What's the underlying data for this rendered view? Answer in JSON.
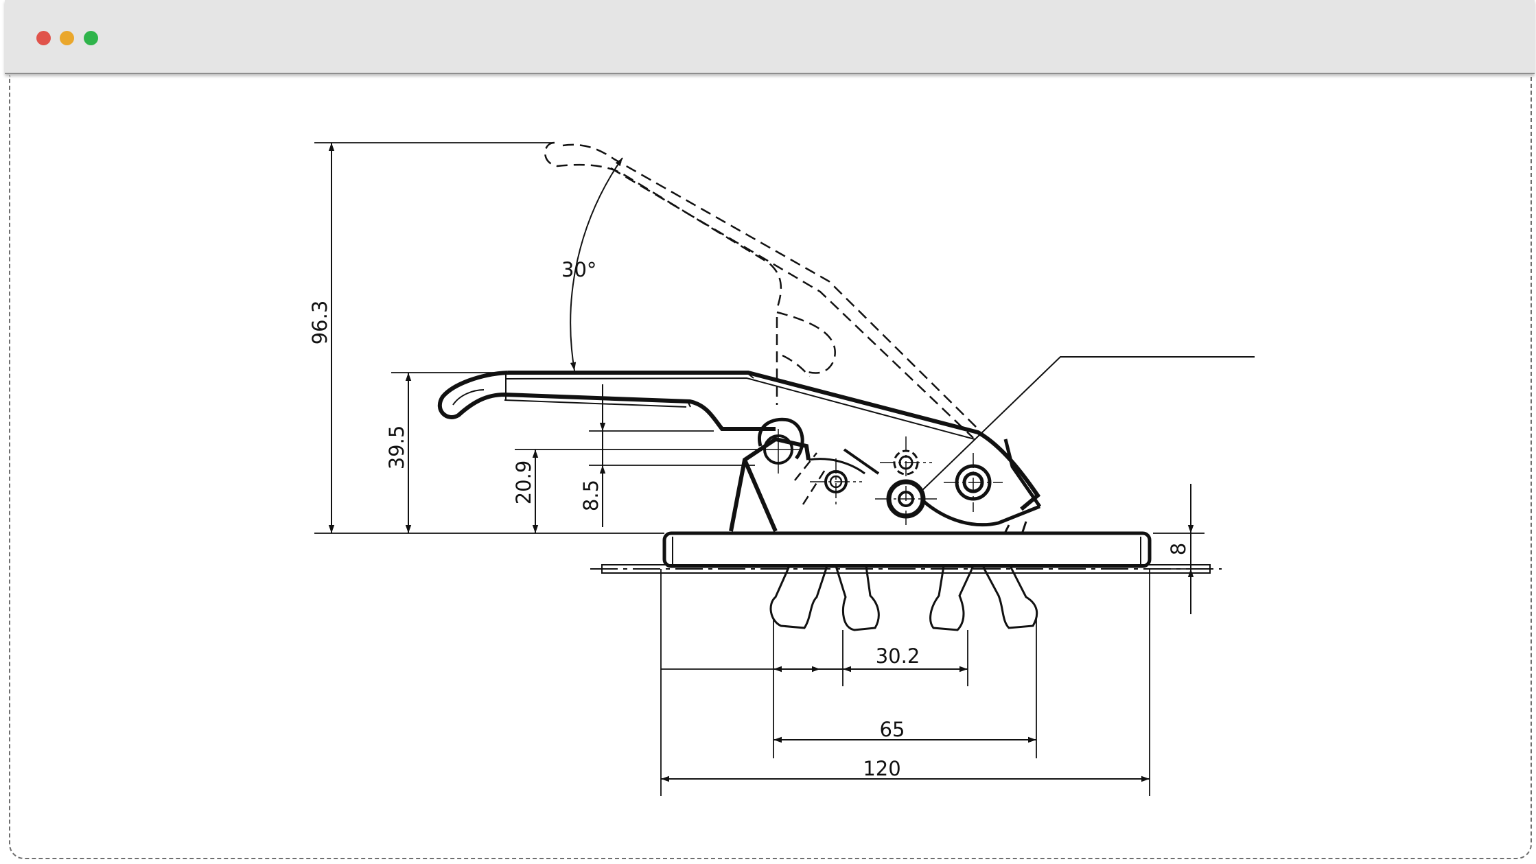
{
  "window": {
    "controls": [
      "close",
      "minimize",
      "maximize"
    ],
    "colors": {
      "close": "#e0534b",
      "minimize": "#eaa72c",
      "maximize": "#2fb44b",
      "titlebar": "#e5e5e5"
    }
  },
  "drawing": {
    "angle_label": "30°",
    "dimensions": {
      "total_height": "96.3",
      "handle_height": "39.5",
      "pivot_height": "20.9",
      "offset": "8.5",
      "base_thickness": "8",
      "hole_spacing": "30.2",
      "mount_width": "65",
      "overall_length": "120"
    }
  }
}
